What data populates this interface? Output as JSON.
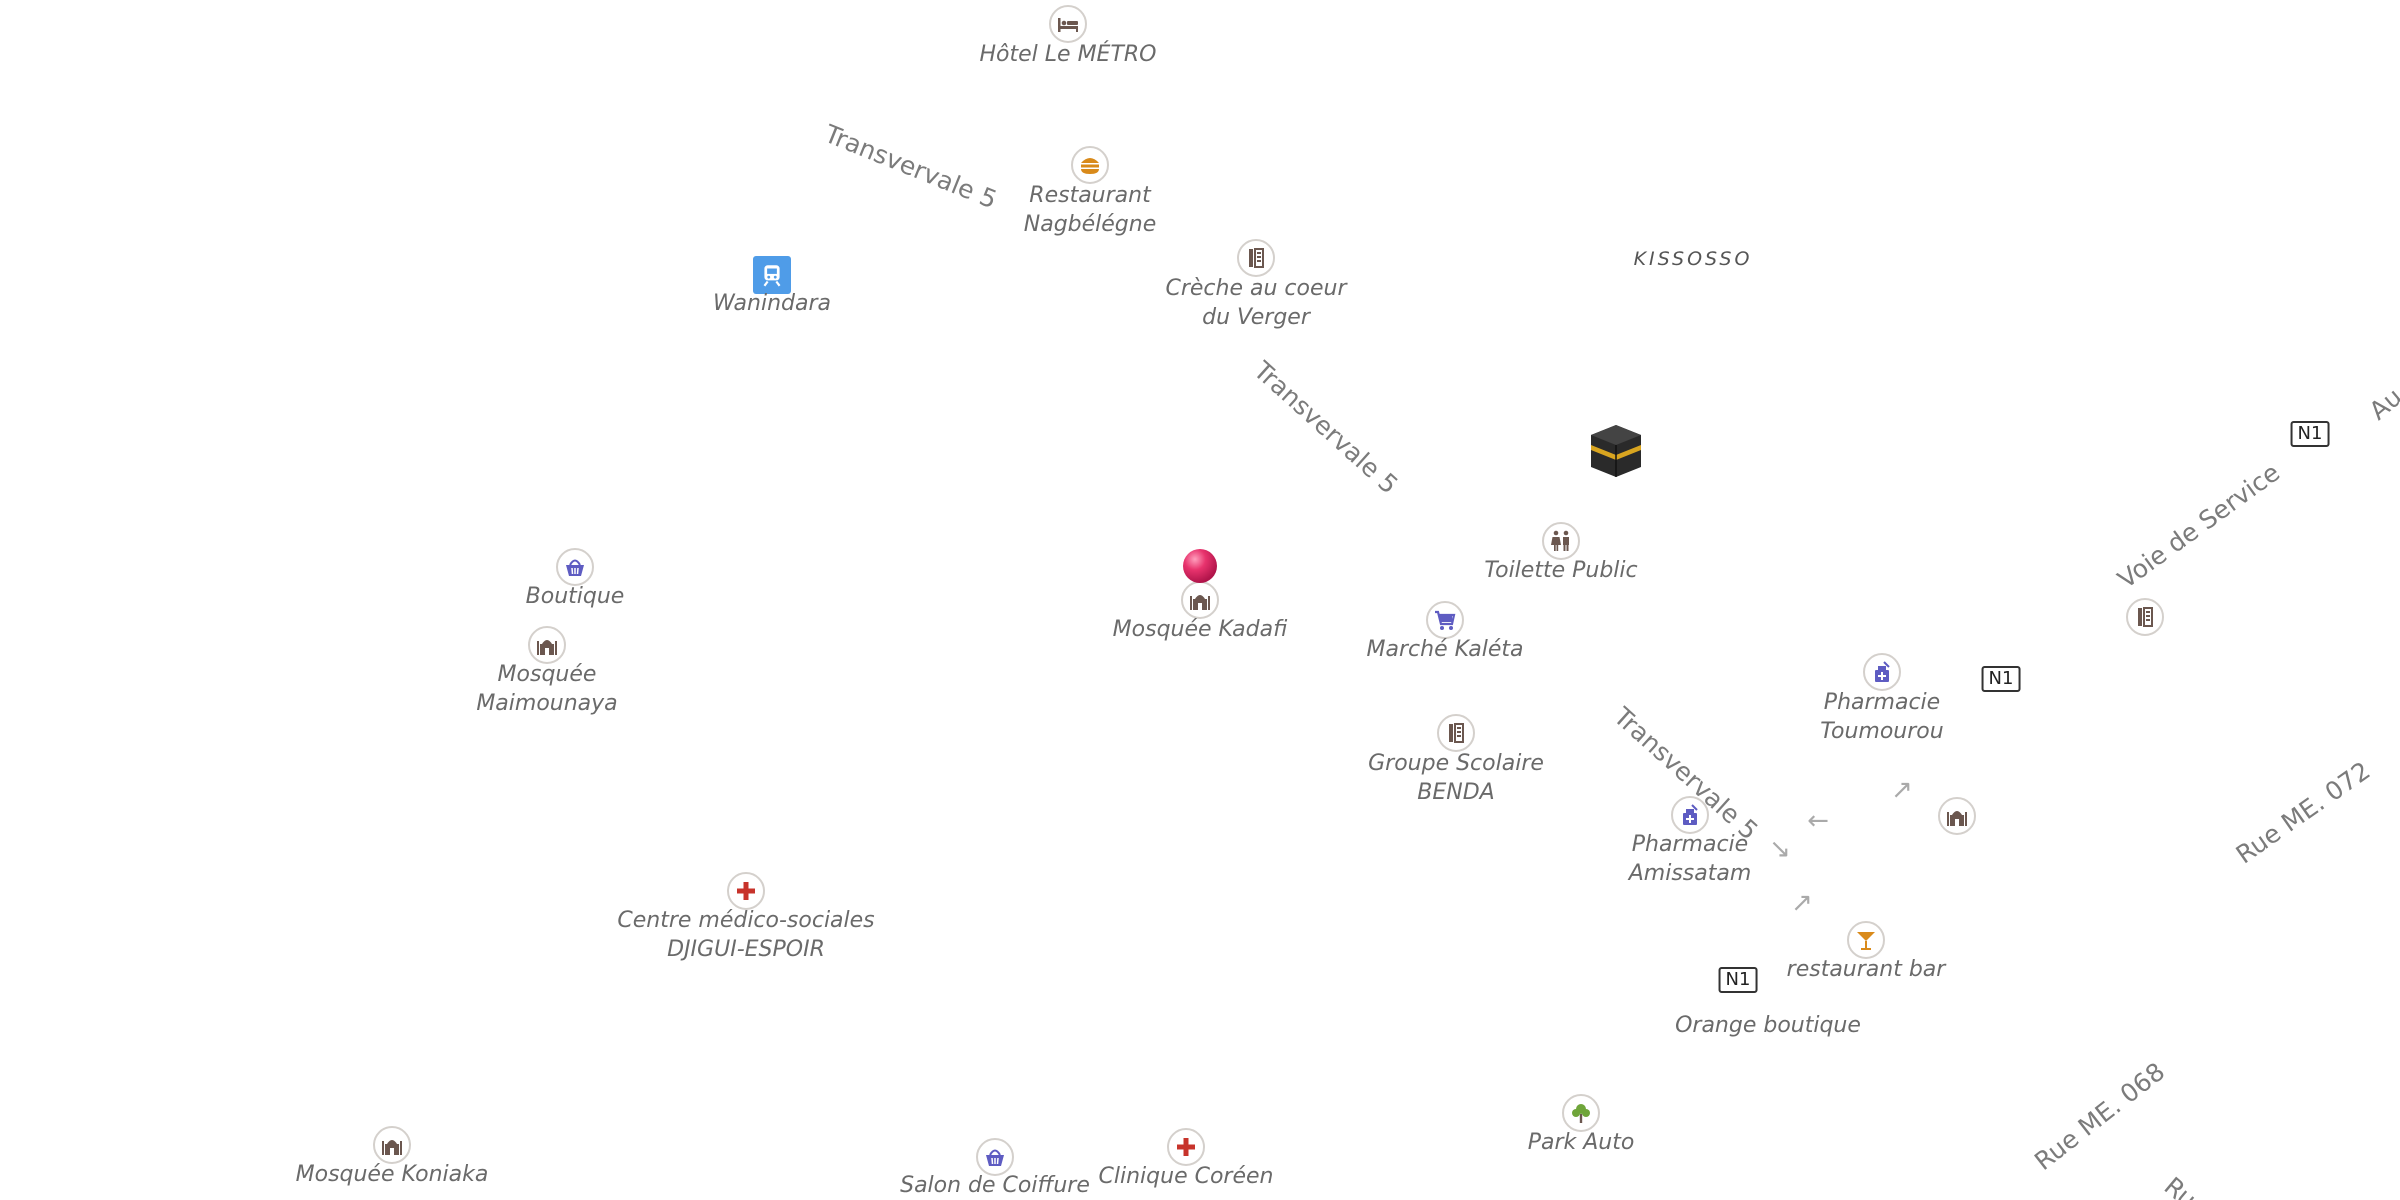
{
  "map": {
    "district": "KISSOSSO",
    "streets": [
      {
        "key": "t5a",
        "name": "Transvervale 5"
      },
      {
        "key": "t5b",
        "name": "Transvervale 5"
      },
      {
        "key": "t5c",
        "name": "Transvervale 5"
      },
      {
        "key": "voie",
        "name": "Voie de Service"
      },
      {
        "key": "me072",
        "name": "Rue ME. 072"
      },
      {
        "key": "me068",
        "name": "Rue ME. 068"
      },
      {
        "key": "rue_cut",
        "name": "Rue"
      },
      {
        "key": "au_cut",
        "name": "Au"
      }
    ],
    "road_shields": [
      "N1",
      "N1",
      "N1"
    ],
    "pois": {
      "hotel": {
        "label": "Hôtel Le MÉTRO",
        "icon": "bed-icon"
      },
      "restaurant": {
        "label_line1": "Restaurant",
        "label_line2": "Nagbélégne",
        "icon": "burger-icon"
      },
      "wanindara": {
        "label": "Wanindara",
        "icon": "train-icon"
      },
      "creche": {
        "label_line1": "Crèche au coeur",
        "label_line2": "du Verger",
        "icon": "school-icon"
      },
      "toilette": {
        "label": "Toilette Public",
        "icon": "toilets-icon"
      },
      "boutique": {
        "label": "Boutique",
        "icon": "basket-icon"
      },
      "mosquee_maimounaya": {
        "label_line1": "Mosquée",
        "label_line2": "Maimounaya",
        "icon": "mosque-icon"
      },
      "mosquee_kadafi": {
        "label": "Mosquée Kadafi",
        "icon": "mosque-icon"
      },
      "marche": {
        "label": "Marché Kaléta",
        "icon": "cart-icon"
      },
      "groupe_scolaire": {
        "label_line1": "Groupe Scolaire",
        "label_line2": "BENDA",
        "icon": "school-icon"
      },
      "pharmacie_toumourou": {
        "label_line1": "Pharmacie",
        "label_line2": "Toumourou",
        "icon": "pharmacy-icon"
      },
      "pharmacie_amissatam": {
        "label_line1": "Pharmacie",
        "label_line2": "Amissatam",
        "icon": "pharmacy-icon"
      },
      "mosque_unlabeled": {
        "icon": "mosque-icon"
      },
      "school_unlabeled": {
        "icon": "school-icon"
      },
      "restaurant_bar": {
        "label": "restaurant bar",
        "icon": "cocktail-icon"
      },
      "orange": {
        "label": "Orange boutique"
      },
      "centre_medico": {
        "label_line1": "Centre médico-sociales",
        "label_line2": "DJIGUI-ESPOIR",
        "icon": "medical-cross-icon"
      },
      "park_auto": {
        "label": "Park Auto",
        "icon": "tree-icon"
      },
      "mosquee_koniaka": {
        "label": "Mosquée Koniaka",
        "icon": "mosque-icon"
      },
      "salon": {
        "label": "Salon de Coiffure",
        "icon": "basket-icon"
      },
      "clinique": {
        "label": "Clinique Coréen",
        "icon": "medical-cross-icon"
      }
    }
  },
  "colors": {
    "poi_text": "#6a6a6a",
    "mosque": "#6b574f",
    "shop": "#5e5cc2",
    "medical": "#c7332b",
    "food": "#d98a1a",
    "park": "#6fa53a",
    "pin": "#e8336d",
    "metro": "#4f9ce8"
  }
}
